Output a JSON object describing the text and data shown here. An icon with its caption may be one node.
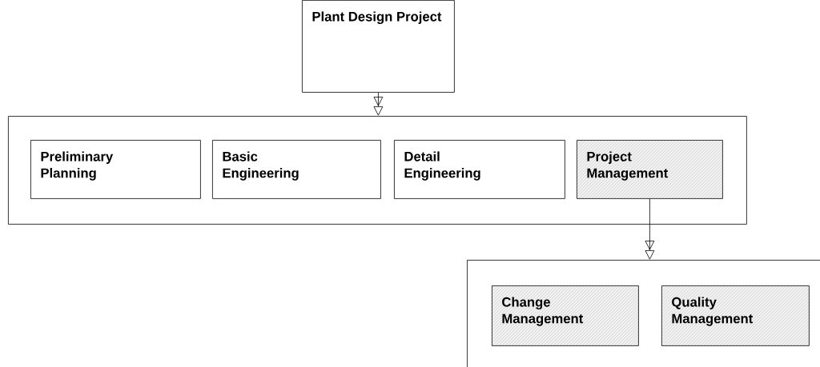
{
  "diagram": {
    "nodes": [
      {
        "text": [
          "Plant Design Project"
        ]
      },
      {
        "text": [],
        "shape": "box"
      },
      {
        "text": [
          "Preliminary Planning"
        ],
        "in": 1
      },
      {
        "text": [
          "Basic Engineering"
        ],
        "in": 1
      },
      {
        "text": [
          "Detail Engineering"
        ],
        "in": 1
      },
      {
        "text": [
          "Project Management"
        ],
        "in": 1
      },
      {
        "text": [],
        "shape": "box"
      },
      {
        "text": [
          "Change Management"
        ],
        "in": 6
      },
      {
        "text": [
          "Quality Management"
        ],
        "in": 6
      }
    ],
    "edges": [
      {
        "from": 0,
        "to": 1,
        "arrow": "to"
      },
      {
        "from": 5,
        "to": 6,
        "arrow": "to"
      }
    ]
  }
}
